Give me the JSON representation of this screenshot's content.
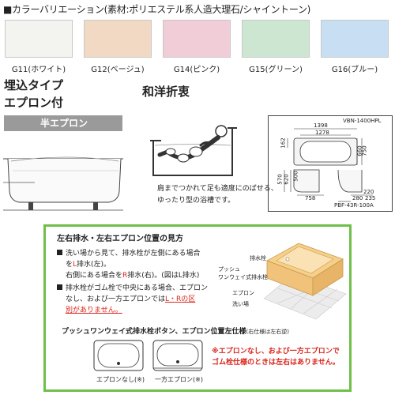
{
  "header": {
    "title": "■カラーバリエーション(素材:ポリエステル系人造大理石/シャイントーン)"
  },
  "colors": [
    {
      "label": "G11(ホワイト)",
      "color": "#f3f4ef"
    },
    {
      "label": "G12(ベージュ)",
      "color": "#f2d9c4"
    },
    {
      "label": "G14(ピンク)",
      "color": "#f0cdd7"
    },
    {
      "label": "G15(グリーン)",
      "color": "#cde6d2"
    },
    {
      "label": "G16(ブルー)",
      "color": "#c8def2"
    }
  ],
  "type": {
    "line1": "埋込タイプ",
    "line2": "エプロン付",
    "apron_label": "半エプロン"
  },
  "style": {
    "title": "和洋折衷",
    "caption_line1": "肩までつかれて足も適度にのばせる、",
    "caption_line2": "ゆったり型の浴槽です。"
  },
  "drawing": {
    "model": "VBN-1400HPL",
    "dim_1398": "1398",
    "dim_1278": "1278",
    "dim_162": "162",
    "dim_660": "660",
    "dim_750": "750",
    "dim_570": "570",
    "dim_620": "620",
    "dim_500": "500",
    "dim_758": "758",
    "dim_220": "220",
    "dim_280": "280",
    "dim_235": "235",
    "part": "PBF-43R-100A"
  },
  "drain": {
    "title": "左右排水・左右エプロン位置の見方",
    "b1_l1": "洗い場から見て、排水栓が左側にある場合",
    "b1_l2": "を",
    "b1_l2_emph": "L",
    "b1_l2_tail": "排水(左)。",
    "b1_l3": "右側にある場合を",
    "b1_l3_emph": "R",
    "b1_l3_tail": "排水(右)。(図はL排水)",
    "b2_l1": "排水栓がゴム栓で中央にある場合、エプロン",
    "b2_l2_a": "なし、および一方エプロンでは",
    "b2_l2_b": "L・Rの区",
    "b2_l3": "別がありません。",
    "diag_plug": "排水栓",
    "diag_push_1": "プッシュ",
    "diag_push_2": "ワンウェイ式排水栓",
    "diag_apron": "エプロン",
    "diag_wash": "洗い場",
    "push_title": "プッシュワンウェイ式排水栓ボタン、エプロン位置左仕様",
    "push_note": "(右仕様は左右逆)",
    "none_label": "エプロンなし(※)",
    "one_label": "一方エプロン(※)",
    "note_l1": "※エプロンなし、および一方エプロンで",
    "note_l2": "ゴム栓仕様のときは左右はありません。"
  }
}
